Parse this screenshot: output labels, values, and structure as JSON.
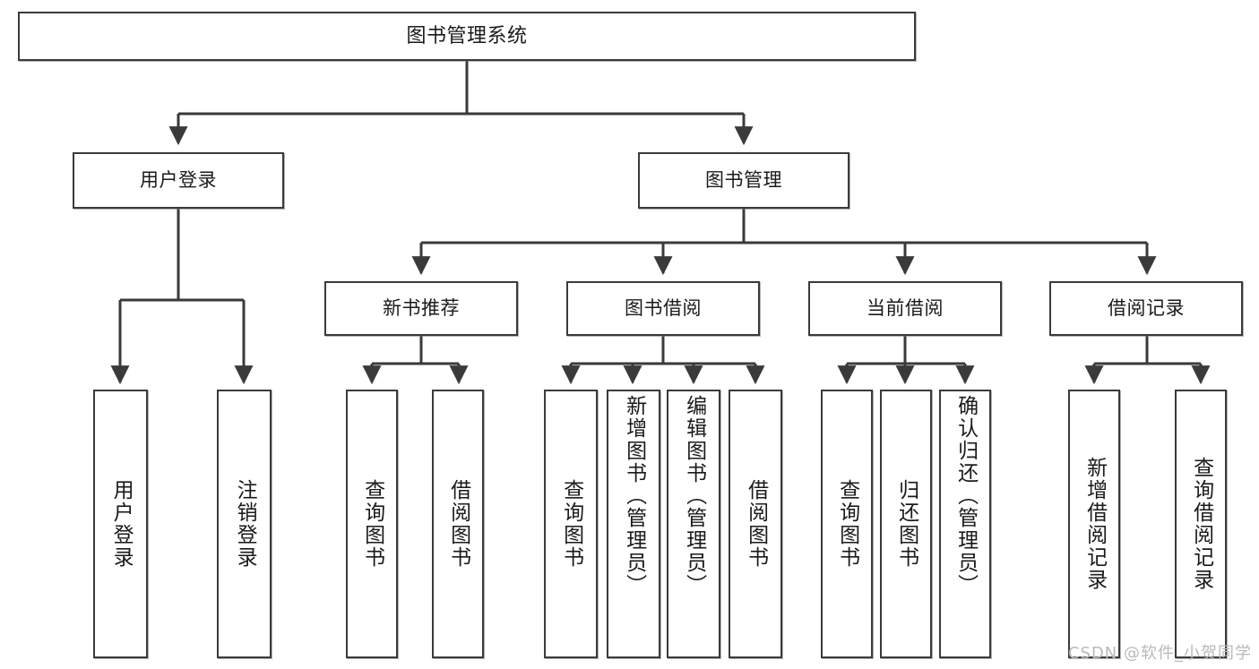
{
  "diagram": {
    "title": "图书管理系统",
    "type": "hierarchy-tree",
    "watermark": "CSDN @软件_小贺同学",
    "colors": {
      "box_border": "#3a3a3a",
      "box_fill": "#ffffff",
      "edge": "#3a3a3a",
      "text": "#1a1a1a",
      "watermark": "#b9b9b9"
    },
    "nodes": {
      "root": {
        "label": "图书管理系统"
      },
      "level2": [
        {
          "id": "user-login",
          "label": "用户登录"
        },
        {
          "id": "book-manage",
          "label": "图书管理"
        }
      ],
      "level3": [
        {
          "id": "new-book-recommend",
          "label": "新书推荐"
        },
        {
          "id": "book-borrow",
          "label": "图书借阅"
        },
        {
          "id": "current-borrow",
          "label": "当前借阅"
        },
        {
          "id": "borrow-record",
          "label": "借阅记录"
        }
      ],
      "leaves": {
        "user-login": [
          {
            "id": "leaf-user-login",
            "label": "用户登录"
          },
          {
            "id": "leaf-logout",
            "label": "注销登录"
          }
        ],
        "new-book-recommend": [
          {
            "id": "leaf-query-book-1",
            "label": "查询图书"
          },
          {
            "id": "leaf-borrow-book-1",
            "label": "借阅图书"
          }
        ],
        "book-borrow": [
          {
            "id": "leaf-query-book-2",
            "label": "查询图书"
          },
          {
            "id": "leaf-add-book",
            "label": "新增图书（管理员）"
          },
          {
            "id": "leaf-edit-book",
            "label": "编辑图书（管理员）"
          },
          {
            "id": "leaf-borrow-book-2",
            "label": "借阅图书"
          }
        ],
        "current-borrow": [
          {
            "id": "leaf-query-book-3",
            "label": "查询图书"
          },
          {
            "id": "leaf-return-book",
            "label": "归还图书"
          },
          {
            "id": "leaf-confirm-return",
            "label": "确认归还（管理员）"
          }
        ],
        "borrow-record": [
          {
            "id": "leaf-add-record",
            "label": "新增借阅记录"
          },
          {
            "id": "leaf-query-record",
            "label": "查询借阅记录"
          }
        ]
      }
    }
  }
}
